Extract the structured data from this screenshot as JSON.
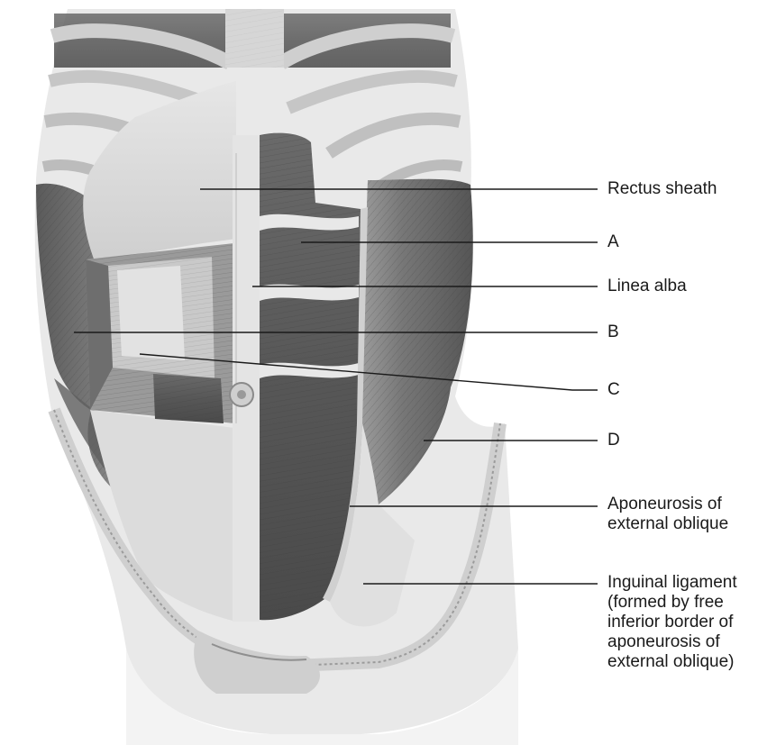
{
  "labels": {
    "rectus_sheath": "Rectus sheath",
    "a": "A",
    "linea_alba": "Linea alba",
    "b": "B",
    "c": "C",
    "d": "D",
    "aponeurosis_external_oblique": [
      "Aponeurosis of",
      "external oblique"
    ],
    "inguinal_ligament": [
      "Inguinal ligament",
      "(formed by free",
      "inferior border of",
      "aponeurosis of",
      "external oblique)"
    ]
  },
  "colors": {
    "background": "#ffffff",
    "leader_line": "#1a1a1a",
    "muscle_dark": "#5e5e5e",
    "muscle_mid": "#8c8c8c",
    "sheath_light": "#d8d8d8"
  }
}
